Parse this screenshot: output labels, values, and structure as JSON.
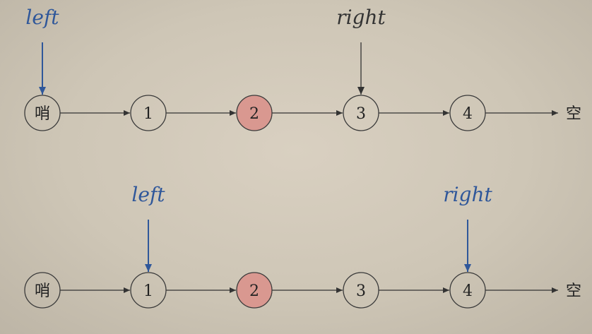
{
  "colors": {
    "accent": "#2f579a",
    "neutral": "#333333",
    "highlight_fill": "#d99890"
  },
  "rows": [
    {
      "nodes": [
        {
          "label": "哨",
          "highlight": false
        },
        {
          "label": "1",
          "highlight": false
        },
        {
          "label": "2",
          "highlight": true
        },
        {
          "label": "3",
          "highlight": false
        },
        {
          "label": "4",
          "highlight": false
        }
      ],
      "end_label": "空",
      "pointers": [
        {
          "label": "left",
          "node_index": 0,
          "color": "accent"
        },
        {
          "label": "right",
          "node_index": 3,
          "color": "neutral"
        }
      ]
    },
    {
      "nodes": [
        {
          "label": "哨",
          "highlight": false
        },
        {
          "label": "1",
          "highlight": false
        },
        {
          "label": "2",
          "highlight": true
        },
        {
          "label": "3",
          "highlight": false
        },
        {
          "label": "4",
          "highlight": false
        }
      ],
      "end_label": "空",
      "pointers": [
        {
          "label": "left",
          "node_index": 1,
          "color": "accent"
        },
        {
          "label": "right",
          "node_index": 4,
          "color": "accent"
        }
      ]
    }
  ]
}
